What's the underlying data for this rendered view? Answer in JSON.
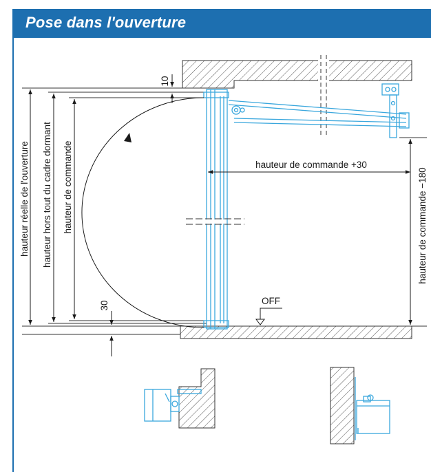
{
  "header": {
    "title": "Pose dans l'ouverture"
  },
  "colors": {
    "accent": "#1d6fb0",
    "profile": "#3aa7dd"
  },
  "dimensions": {
    "top_gap": "10",
    "bottom_gap": "30",
    "real_opening_height": "hauteur réelle de l'ouverture",
    "overall_frame_height": "hauteur hors tout du cadre dormant",
    "control_height": "hauteur de commande",
    "control_height_plus": "hauteur de commande +30",
    "control_height_minus": "hauteur de commande −180",
    "floor_label": "OFF"
  }
}
